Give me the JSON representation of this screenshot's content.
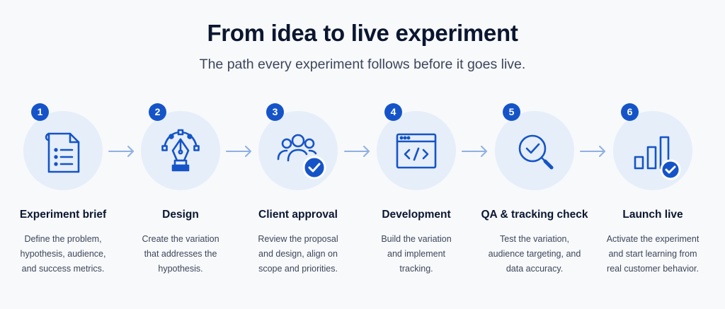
{
  "header": {
    "title": "From idea to live experiment",
    "subtitle": "The path every experiment follows before it goes live."
  },
  "colors": {
    "accent": "#1554c8",
    "circle_bg": "#e6eef9",
    "arrow": "#8fb0e3"
  },
  "steps": [
    {
      "number": "1",
      "icon": "document-list-icon",
      "label": "Experiment brief",
      "desc": [
        "Define the problem,",
        "hypothesis, audience,",
        "and success metrics."
      ]
    },
    {
      "number": "2",
      "icon": "pen-tool-icon",
      "label": "Design",
      "desc": [
        "Create the variation",
        "that addresses the",
        "hypothesis."
      ]
    },
    {
      "number": "3",
      "icon": "team-approval-icon",
      "label": "Client approval",
      "desc": [
        "Review the proposal",
        "and design, align on",
        "scope and priorities."
      ]
    },
    {
      "number": "4",
      "icon": "code-window-icon",
      "label": "Development",
      "desc": [
        "Build the variation",
        "and implement",
        "tracking."
      ]
    },
    {
      "number": "5",
      "icon": "magnifier-check-icon",
      "label": "QA & tracking check",
      "desc": [
        "Test the variation,",
        "audience targeting, and",
        "data accuracy."
      ]
    },
    {
      "number": "6",
      "icon": "bar-chart-check-icon",
      "label": "Launch live",
      "desc": [
        "Activate the experiment",
        "and start learning from",
        "real customer behavior."
      ]
    }
  ]
}
